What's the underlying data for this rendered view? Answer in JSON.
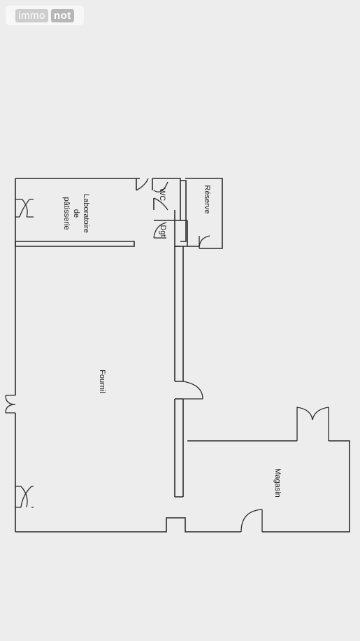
{
  "watermark": {
    "part1": "immo",
    "part2": "not"
  },
  "rooms": {
    "reserve": "Réserve",
    "wc": "WC",
    "dgt": "Dgt",
    "labo_line1": "Laboratoire",
    "labo_line2": "de",
    "labo_line3": "pâtisserie",
    "fournil": "Fournil",
    "magasin": "Magasin"
  }
}
